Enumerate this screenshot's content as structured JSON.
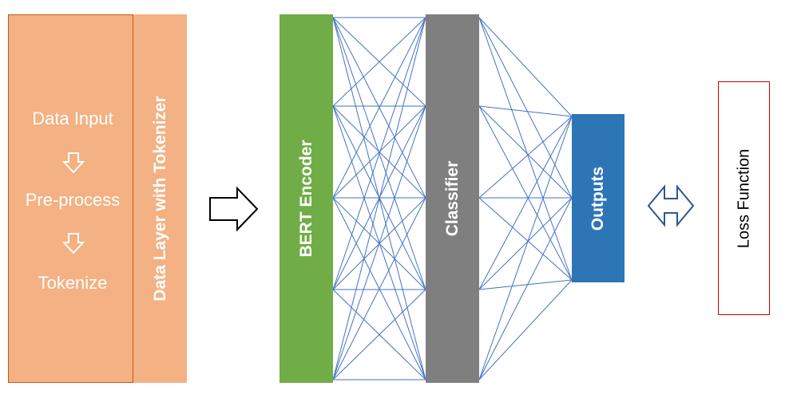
{
  "data_layer": {
    "steps": [
      "Data Input",
      "Pre-process",
      "Tokenize"
    ],
    "label": "Data Layer with Tokenizer",
    "fill": "#f4b183",
    "border": "#c55a11"
  },
  "encoder": {
    "label": "BERT Encoder",
    "fill": "#70ad47"
  },
  "classifier": {
    "label": "Classifier",
    "fill": "#7f7f7f"
  },
  "outputs": {
    "label": "Outputs",
    "fill": "#2e75b6"
  },
  "loss": {
    "label": "Loss Function",
    "border": "#c00000"
  },
  "connection_color": "#4472c4",
  "icons": {
    "step_arrow": "down-arrow-icon",
    "flow_arrow": "right-arrow-icon",
    "exchange_arrow": "double-arrow-icon"
  }
}
